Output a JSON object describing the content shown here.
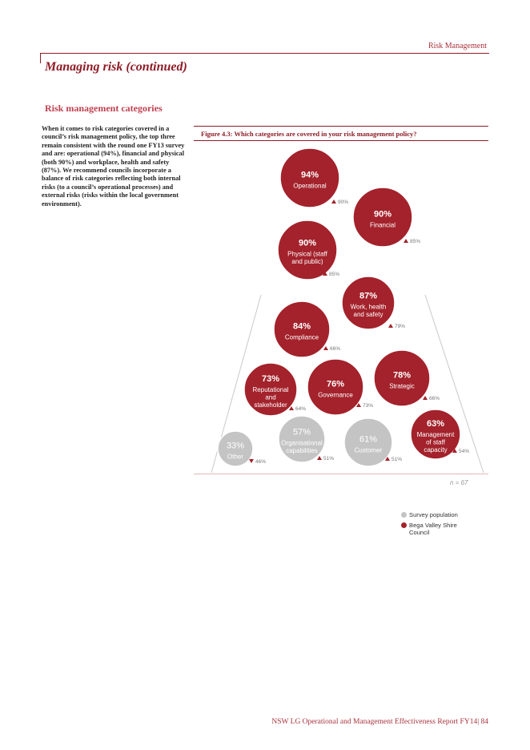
{
  "header": {
    "section": "Risk Management"
  },
  "page_title": "Managing risk (continued)",
  "section_heading": "Risk management categories",
  "intro_text": "When it comes to risk categories covered in a council’s risk management policy, the top three remain consistent with the round one FY13 survey and are: operational (94%), financial and physical (both 90%) and workplace, health and safety (87%). We recommend councils incorporate a balance of risk categories reflecting both internal risks (to a council’s operational processes) and external risks (risks within the local government environment).",
  "figure": {
    "caption": "Figure 4.3: Which categories are covered in your risk management policy?",
    "n_label": "n = 67",
    "legend": [
      {
        "label": "Survey population",
        "color": "#c4c4c4"
      },
      {
        "label": "Bega Valley Shire Council",
        "color": "#a3222b"
      }
    ]
  },
  "chart_data": {
    "type": "bubble",
    "series_names": [
      "Bega Valley Shire Council",
      "Survey population"
    ],
    "categories": [
      {
        "category": "Operational",
        "lines": [
          "Operational"
        ],
        "council_pct": "94%",
        "population_pct": "90%",
        "trend": "up",
        "highlight": true
      },
      {
        "category": "Financial",
        "lines": [
          "Financial"
        ],
        "council_pct": "90%",
        "population_pct": "85%",
        "trend": "up",
        "highlight": true
      },
      {
        "category": "Physical (staff and public)",
        "lines": [
          "Physical (staff",
          "and public)"
        ],
        "council_pct": "90%",
        "population_pct": "85%",
        "trend": "up",
        "highlight": true
      },
      {
        "category": "Work, health and safety",
        "lines": [
          "Work, health",
          "and safety"
        ],
        "council_pct": "87%",
        "population_pct": "79%",
        "trend": "up",
        "highlight": true
      },
      {
        "category": "Compliance",
        "lines": [
          "Compliance"
        ],
        "council_pct": "84%",
        "population_pct": "66%",
        "trend": "up",
        "highlight": true
      },
      {
        "category": "Reputational and stakeholder",
        "lines": [
          "Reputational",
          "and",
          "stakeholder"
        ],
        "council_pct": "73%",
        "population_pct": "64%",
        "trend": "up",
        "highlight": true
      },
      {
        "category": "Governance",
        "lines": [
          "Governance"
        ],
        "council_pct": "76%",
        "population_pct": "73%",
        "trend": "up",
        "highlight": true
      },
      {
        "category": "Strategic",
        "lines": [
          "Strategic"
        ],
        "council_pct": "78%",
        "population_pct": "66%",
        "trend": "up",
        "highlight": true
      },
      {
        "category": "Management of staff capacity",
        "lines": [
          "Management",
          "of staff",
          "capacity"
        ],
        "council_pct": "63%",
        "population_pct": "54%",
        "trend": "up",
        "highlight": true
      },
      {
        "category": "Other",
        "lines": [
          "Other"
        ],
        "council_pct": "33%",
        "population_pct": "46%",
        "trend": "down",
        "highlight": false
      },
      {
        "category": "Organisational capabilities",
        "lines": [
          "Organisational",
          "capabilities"
        ],
        "council_pct": "57%",
        "population_pct": "51%",
        "trend": "up",
        "highlight": false
      },
      {
        "category": "Customer",
        "lines": [
          "Customer"
        ],
        "council_pct": "61%",
        "population_pct": "51%",
        "trend": "up",
        "highlight": false
      }
    ]
  },
  "footer": {
    "report": "NSW LG Operational and Management Effectiveness Report FY14",
    "page": "| 84"
  },
  "colors": {
    "council": "#a3222b",
    "population": "#c4c4c4",
    "accent": "#8e1b26",
    "trend_up": "#a3222b"
  }
}
